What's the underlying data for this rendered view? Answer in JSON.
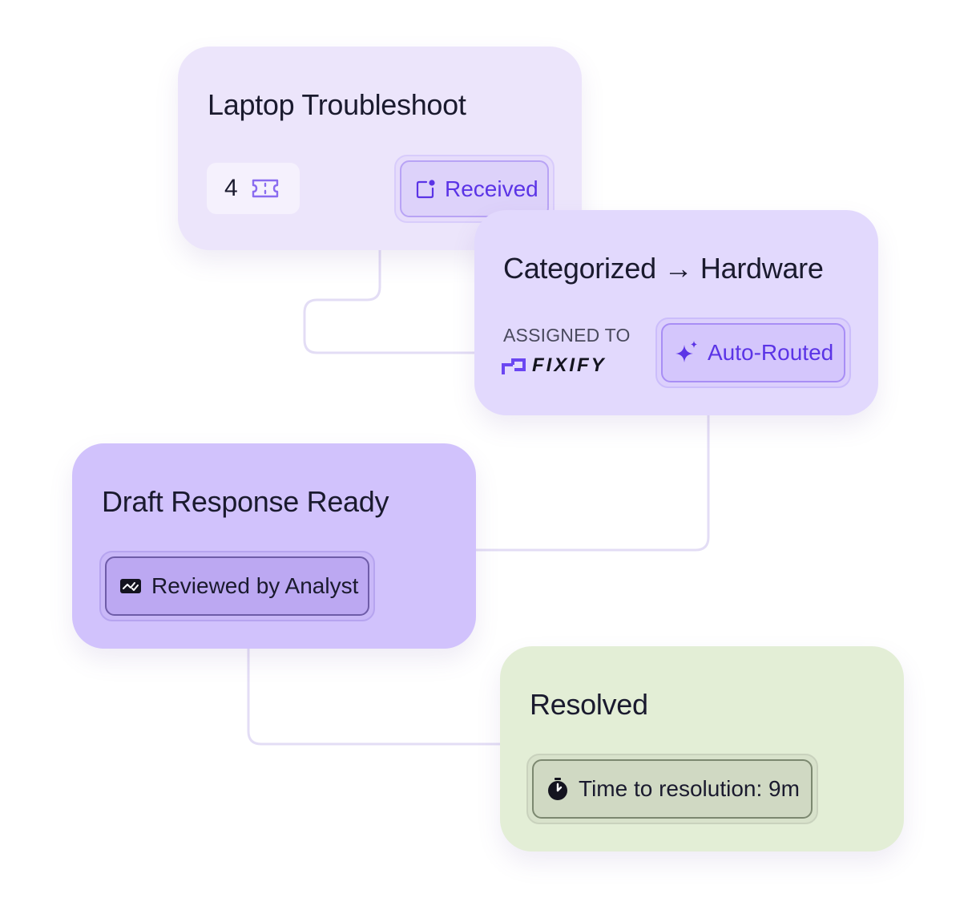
{
  "nodes": {
    "ticket": {
      "title": "Laptop Troubleshoot",
      "count": "4",
      "count_icon": "ticket-icon",
      "status_label": "Received",
      "status_icon": "notification-square-icon"
    },
    "categorized": {
      "title": "Categorized → Hardware",
      "assigned_label": "ASSIGNED TO",
      "assignee_name": "FIXIFY",
      "assignee_icon": "fixify-logo-icon",
      "routing_label": "Auto-Routed",
      "routing_icon": "sparkle-icon"
    },
    "draft": {
      "title": "Draft Response Ready",
      "review_label": "Reviewed by Analyst",
      "review_icon": "chart-check-icon"
    },
    "resolved": {
      "title": "Resolved",
      "time_label": "Time to resolution: 9m",
      "time_icon": "stopwatch-icon"
    }
  },
  "colors": {
    "accent": "#5b34e6",
    "card_ticket": "#ece5fb",
    "card_categorized": "#e2d9fd",
    "card_draft": "#d1c2fc",
    "card_resolved": "#e3eed6",
    "connector": "#e3ddf5",
    "connector_highlight": "#b9a6f7"
  }
}
